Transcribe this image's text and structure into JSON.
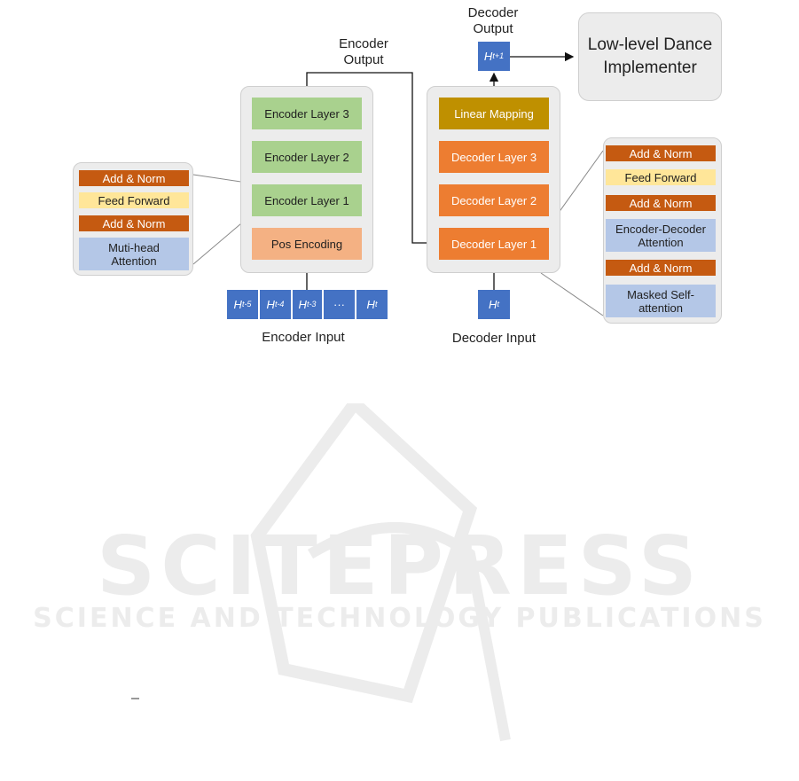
{
  "encoder": {
    "output_label": "Encoder\nOutput",
    "input_label": "Encoder Input",
    "layers": [
      "Encoder Layer 3",
      "Encoder Layer 2",
      "Encoder Layer 1"
    ],
    "pos_encoding": "Pos Encoding",
    "tokens": [
      "H",
      "H",
      "H",
      "···",
      "H"
    ],
    "token_subs": [
      "t-5",
      "t-4",
      "t-3",
      "",
      "t"
    ],
    "detail": {
      "add_norm_1": "Add & Norm",
      "feed_forward": "Feed Forward",
      "add_norm_2": "Add & Norm",
      "attention": "Muti-head\nAttention"
    }
  },
  "decoder": {
    "output_label": "Decoder\nOutput",
    "input_label": "Decoder Input",
    "output_token": "H",
    "output_token_sub": "t+1",
    "input_token": "H",
    "input_token_sub": "t",
    "linear": "Linear Mapping",
    "layers": [
      "Decoder Layer 3",
      "Decoder Layer 2",
      "Decoder Layer 1"
    ],
    "detail": {
      "add_norm_1": "Add & Norm",
      "feed_forward": "Feed Forward",
      "add_norm_2": "Add & Norm",
      "enc_dec_attention": "Encoder-Decoder\nAttention",
      "add_norm_3": "Add & Norm",
      "masked_attention": "Masked Self-\nattention"
    }
  },
  "implementer": "Low-level Dance\nImplementer",
  "watermark": {
    "main": "SCITEPRESS",
    "sub": "SCIENCE AND TECHNOLOGY PUBLICATIONS"
  },
  "colors": {
    "encoder_layer": "#a9d18e",
    "pos_encoding": "#f4b183",
    "decoder_layer": "#ed7d31",
    "linear_mapping": "#bf9000",
    "add_norm": "#c55a11",
    "feed_forward": "#ffe699",
    "attention": "#b4c7e7",
    "token": "#4472c4"
  }
}
